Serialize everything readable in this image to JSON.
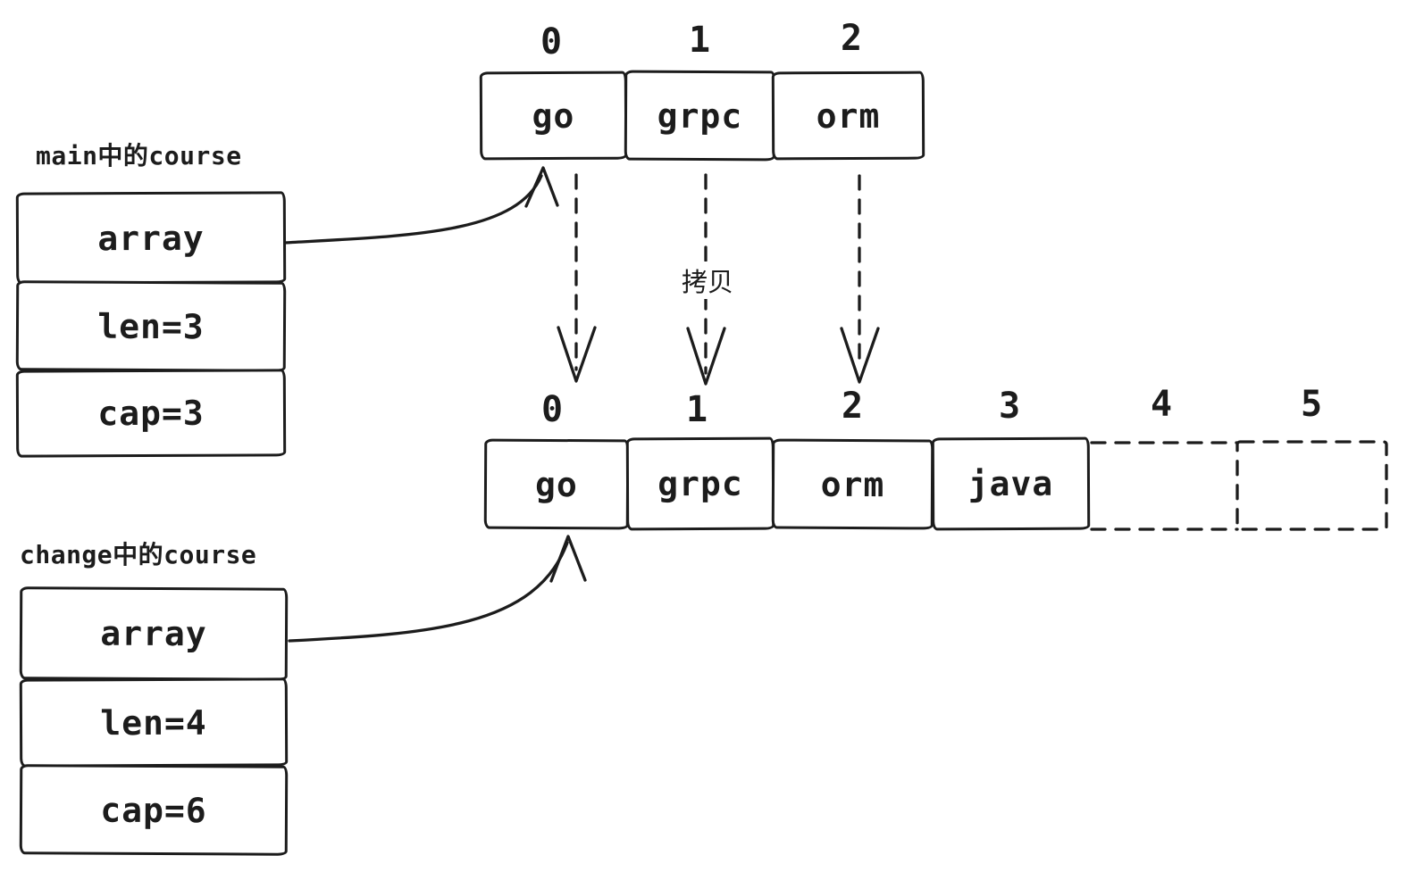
{
  "colors": {
    "background": "#ffffff",
    "ink": "#1c1c1c"
  },
  "copy_label": "拷贝",
  "structs": [
    {
      "title": "main中的course",
      "fields": [
        "array",
        "len=3",
        "cap=3"
      ]
    },
    {
      "title": "change中的course",
      "fields": [
        "array",
        "len=4",
        "cap=6"
      ]
    }
  ],
  "top_array": {
    "indices": [
      "0",
      "1",
      "2"
    ],
    "cells": [
      "go",
      "grpc",
      "orm"
    ]
  },
  "bottom_array": {
    "indices": [
      "0",
      "1",
      "2",
      "3",
      "4",
      "5"
    ],
    "cells": [
      "go",
      "grpc",
      "orm",
      "java",
      "",
      ""
    ]
  }
}
